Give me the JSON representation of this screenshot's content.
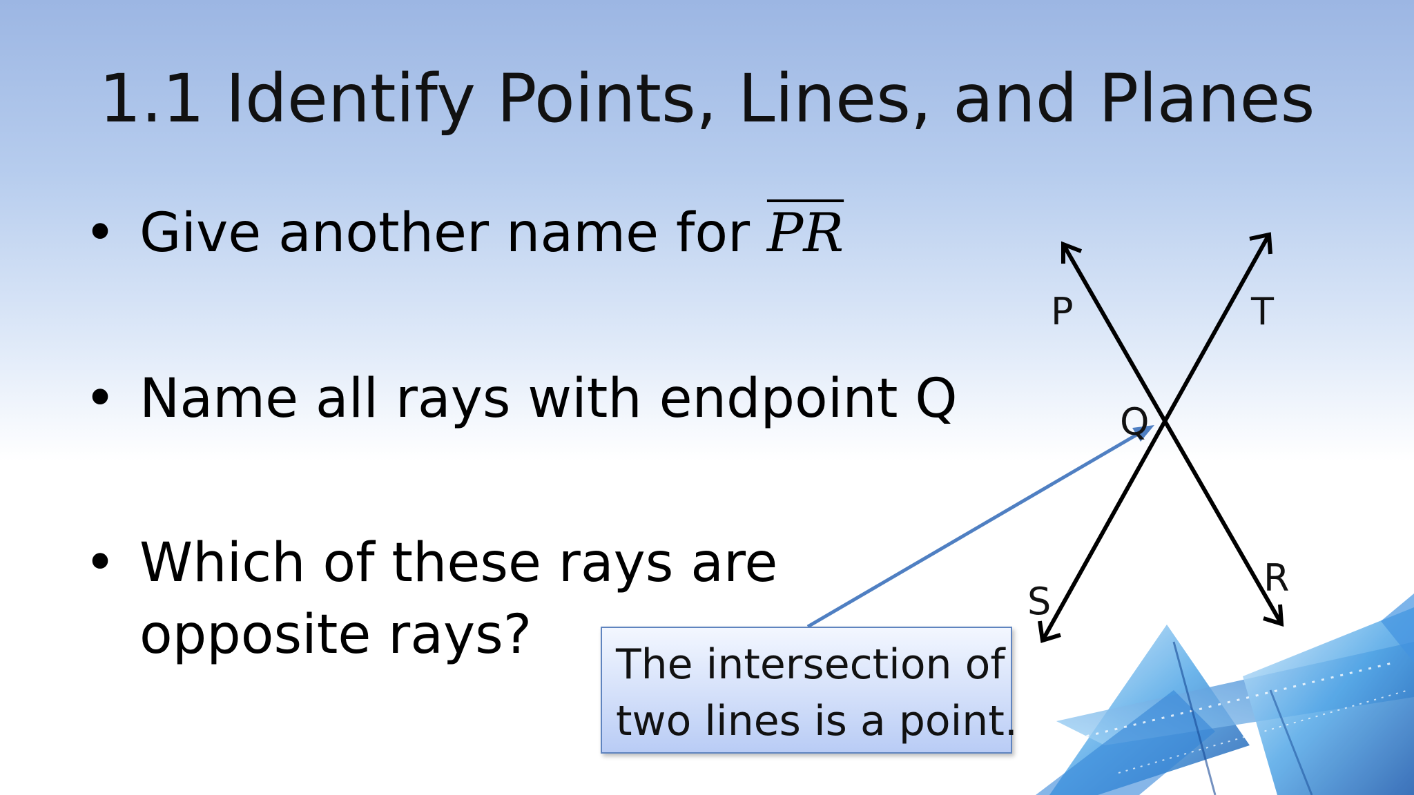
{
  "slide": {
    "title": "1.1 Identify Points, Lines, and Planes",
    "bullets": [
      {
        "text": "Give another name for ",
        "math": "PR"
      },
      {
        "text": "Name all rays with endpoint Q"
      },
      {
        "line1": "Which of these rays are",
        "line2": "opposite rays?"
      }
    ],
    "callout": {
      "line1": "The intersection of",
      "line2": "two lines is a point."
    }
  },
  "diagram": {
    "points": {
      "P": "P",
      "T": "T",
      "Q": "Q",
      "S": "S",
      "R": "R"
    },
    "line_color": "#000000",
    "pointer_color": "#4f7fc2"
  }
}
